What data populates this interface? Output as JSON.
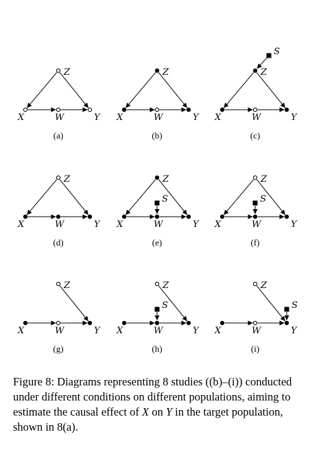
{
  "node_labels": {
    "X": "X",
    "W": "W",
    "Y": "Y",
    "Z": "Z",
    "S": "S"
  },
  "panels": [
    {
      "label": "(a)",
      "nodes": {
        "X": "open",
        "W": "open",
        "Y": "open",
        "Z": "open"
      },
      "edges": [
        "Z-X",
        "Z-Y",
        "X-W",
        "W-Y"
      ],
      "selection": null
    },
    {
      "label": "(b)",
      "nodes": {
        "X": "filled",
        "W": "open",
        "Y": "filled",
        "Z": "filled"
      },
      "edges": [
        "Z-X",
        "Z-Y",
        "X-W",
        "W-Y"
      ],
      "selection": null
    },
    {
      "label": "(c)",
      "nodes": {
        "X": "filled",
        "W": "open",
        "Y": "filled",
        "Z": "filled"
      },
      "edges": [
        "Z-X",
        "Z-Y",
        "X-W",
        "W-Y"
      ],
      "selection": "Z"
    },
    {
      "label": "(d)",
      "nodes": {
        "X": "filled",
        "W": "filled",
        "Y": "filled",
        "Z": "open"
      },
      "edges": [
        "Z-X",
        "Z-Y",
        "X-W",
        "W-Y"
      ],
      "selection": null
    },
    {
      "label": "(e)",
      "nodes": {
        "X": "filled",
        "W": "filled",
        "Y": "filled",
        "Z": "filled"
      },
      "edges": [
        "Z-X",
        "Z-Y",
        "X-W",
        "W-Y"
      ],
      "selection": "W"
    },
    {
      "label": "(f)",
      "nodes": {
        "X": "filled",
        "W": "filled",
        "Y": "filled",
        "Z": "open"
      },
      "edges": [
        "Z-X",
        "Z-Y",
        "X-W",
        "W-Y"
      ],
      "selection": "W"
    },
    {
      "label": "(g)",
      "nodes": {
        "X": "filled",
        "W": "open",
        "Y": "filled",
        "Z": "open"
      },
      "edges": [
        "Z-Y",
        "X-W",
        "W-Y"
      ],
      "selection": null
    },
    {
      "label": "(h)",
      "nodes": {
        "X": "filled",
        "W": "filled",
        "Y": "filled",
        "Z": "open"
      },
      "edges": [
        "Z-Y",
        "X-W",
        "W-Y"
      ],
      "selection": "W"
    },
    {
      "label": "(i)",
      "nodes": {
        "X": "filled",
        "W": "open",
        "Y": "filled",
        "Z": "open"
      },
      "edges": [
        "Z-Y",
        "X-W",
        "W-Y"
      ],
      "selection": "Y"
    }
  ],
  "caption": {
    "prefix": "Figure 8: Diagrams representing 8 studies ((b)–(i)) conducted under different conditions on different populations, aiming to estimate the causal effect of ",
    "var_x": "X",
    "mid": " on ",
    "var_y": "Y",
    "suffix": " in the target population, shown in 8(a)."
  }
}
